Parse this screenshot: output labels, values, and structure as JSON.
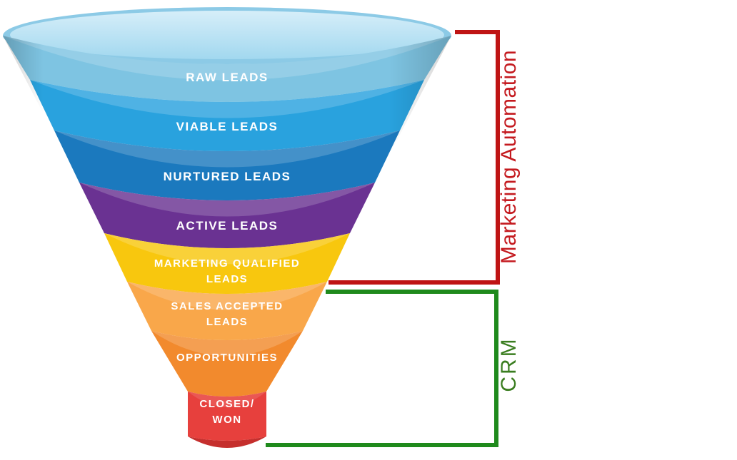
{
  "background": "#ffffff",
  "funnel": {
    "label_color": "#ffffff",
    "rim": {
      "edge_color": "#8ccae6",
      "surface_top_color": "#d6eef9",
      "surface_bottom_color": "#a2d8ef"
    },
    "layers": [
      {
        "name": "raw-leads",
        "lines": [
          "RAW LEADS"
        ],
        "color": "#7ec4e2"
      },
      {
        "name": "viable-leads",
        "lines": [
          "VIABLE LEADS"
        ],
        "color": "#29a2de"
      },
      {
        "name": "nurtured-leads",
        "lines": [
          "NURTURED LEADS"
        ],
        "color": "#1b79be"
      },
      {
        "name": "active-leads",
        "lines": [
          "ACTIVE LEADS"
        ],
        "color": "#6a3292"
      },
      {
        "name": "marketing-qualified-leads",
        "lines": [
          "MARKETING QUALIFIED",
          "LEADS"
        ],
        "color": "#f8c70e"
      },
      {
        "name": "sales-accepted-leads",
        "lines": [
          "SALES ACCEPTED",
          "LEADS"
        ],
        "color": "#f9a74a"
      },
      {
        "name": "opportunities",
        "lines": [
          "OPPORTUNITIES"
        ],
        "color": "#f28a2d"
      },
      {
        "name": "closed-won",
        "lines": [
          "CLOSED/",
          "WON"
        ],
        "color": "#e7403d",
        "base_color": "#c52f2d"
      }
    ]
  },
  "annotations": {
    "marketing_automation": {
      "label": "Marketing Automation",
      "text_color": "#c41a1f",
      "bracket_color": "#bf1414"
    },
    "crm": {
      "label": "CRM",
      "text_color": "#3a7d1f",
      "bracket_color": "#1f8a1c"
    }
  }
}
